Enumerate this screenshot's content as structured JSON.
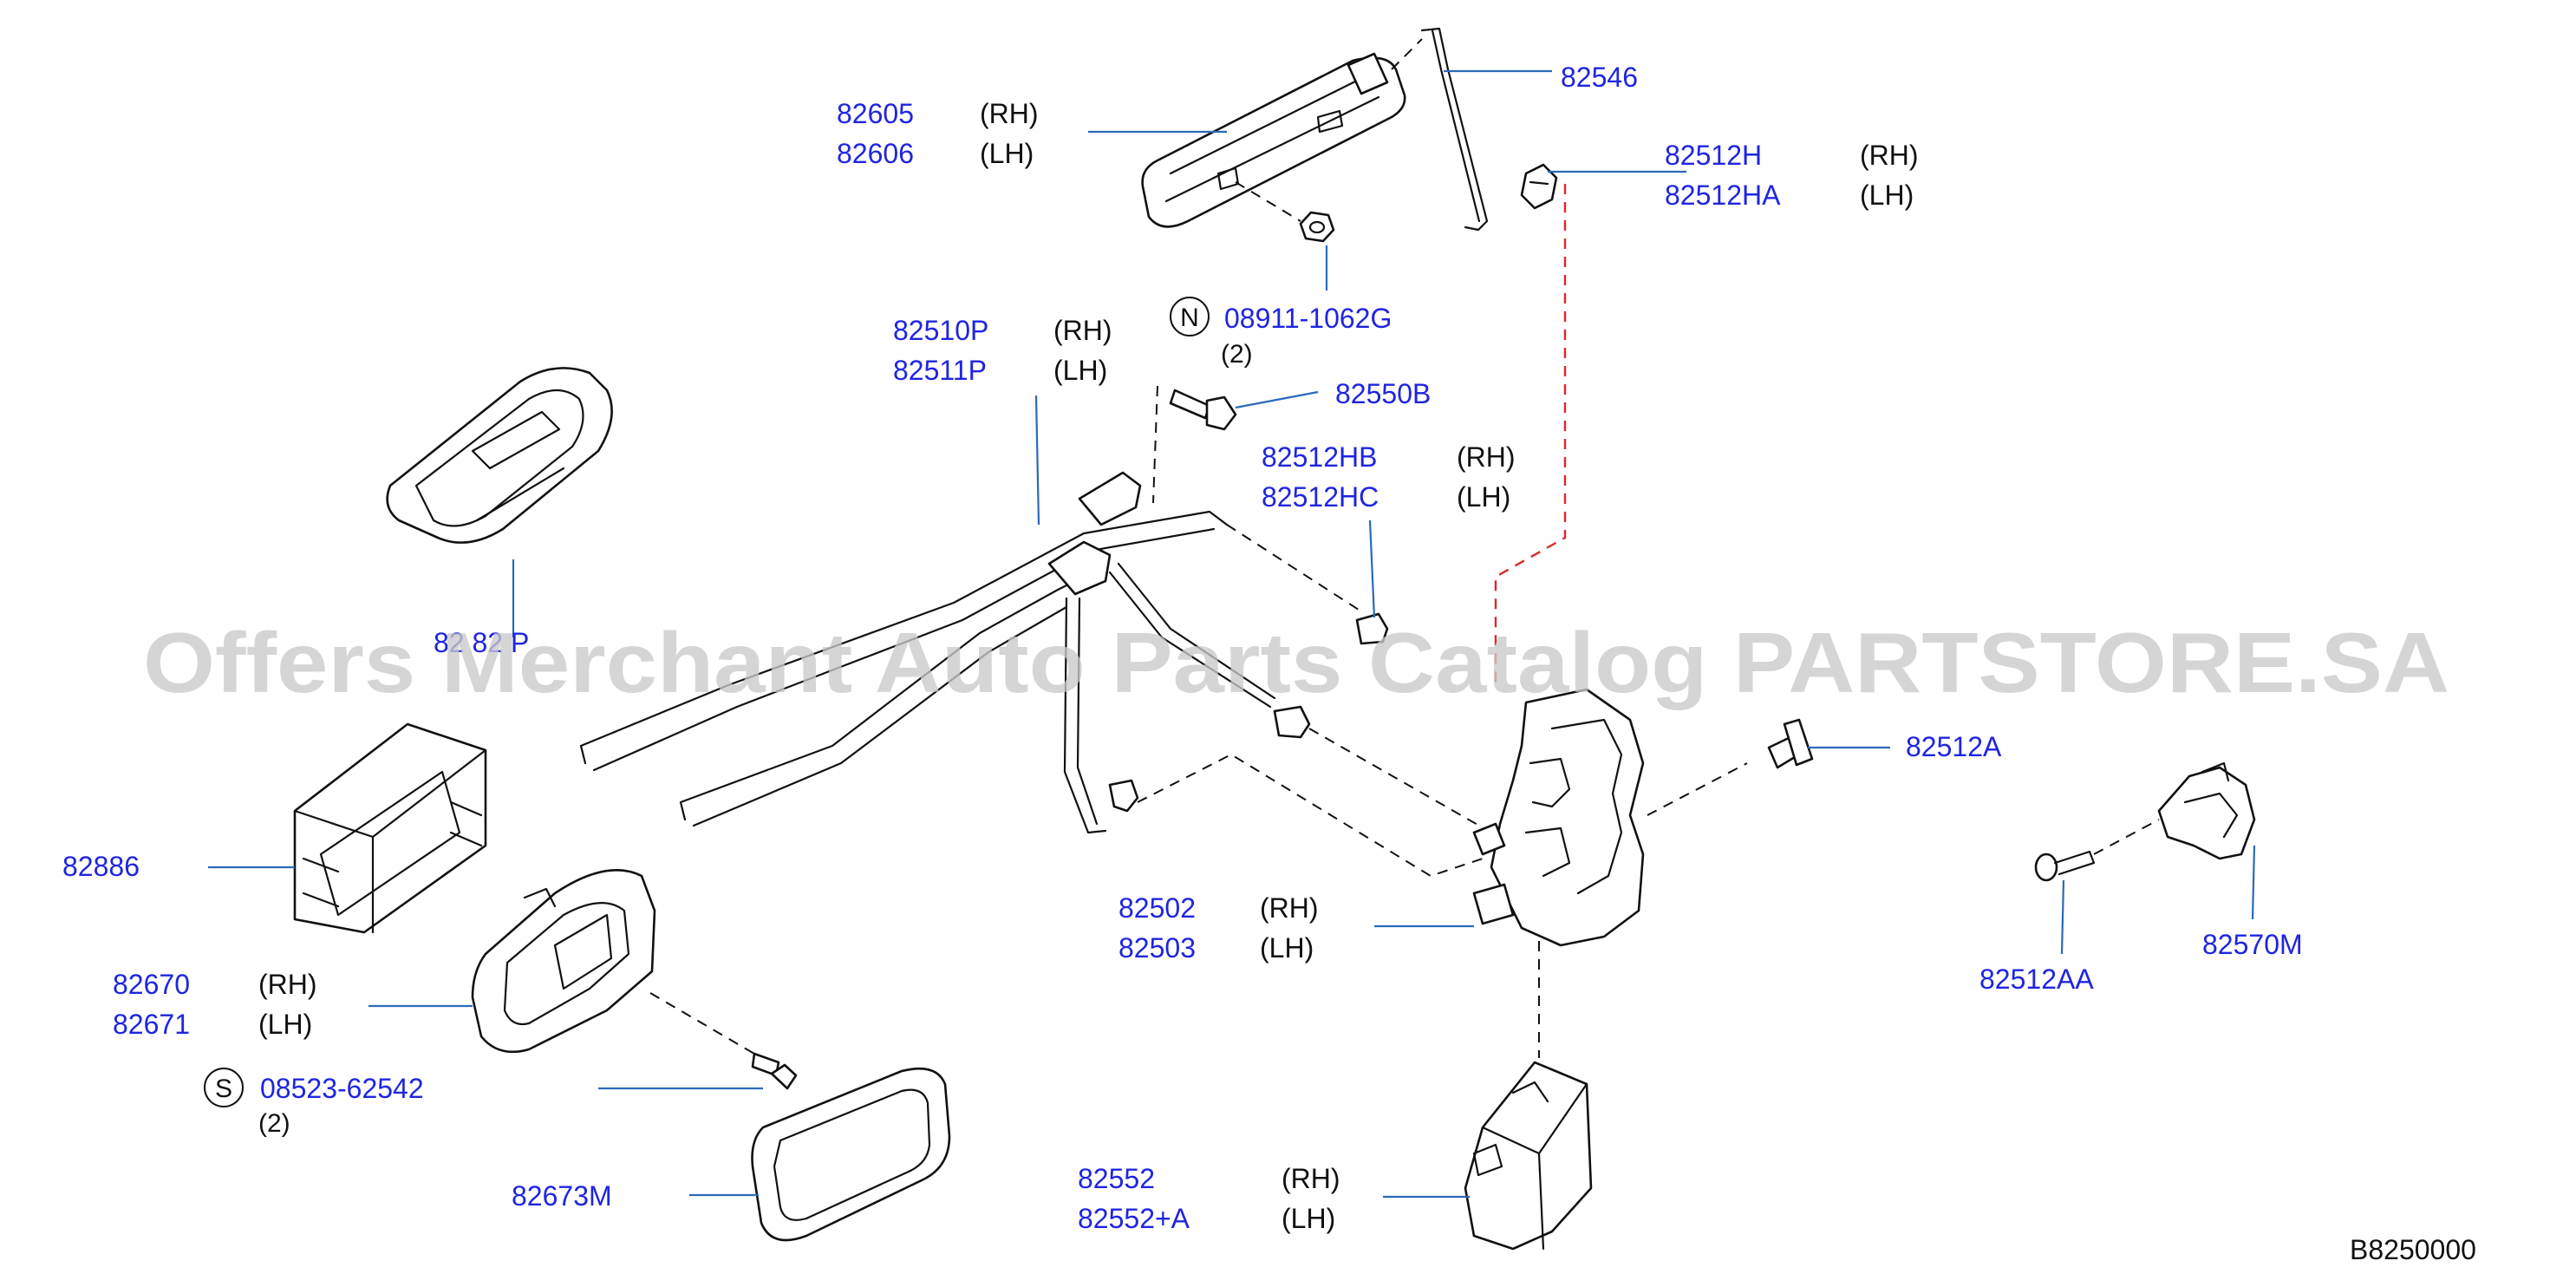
{
  "diagram_code": "B8250000",
  "watermark": "Offers Merchant Auto Parts Catalog PARTSTORE.SA",
  "labels": {
    "p82605": "82605",
    "p82606": "82606",
    "p82546": "82546",
    "p82512H": "82512H",
    "p82512HA": "82512HA",
    "p08911": "08911-1062G",
    "q08911": "(2)",
    "p82510P": "82510P",
    "p82511P": "82511P",
    "p82550B": "82550B",
    "p82512HB": "82512HB",
    "p82512HC": "82512HC",
    "p828xxP": "82 82 P",
    "p82512A": "82512A",
    "p82886": "82886",
    "p82502": "82502",
    "p82503": "82503",
    "p82512AA": "82512AA",
    "p82570M": "82570M",
    "p82670": "82670",
    "p82671": "82671",
    "p08523": "08523-62542",
    "q08523": "(2)",
    "p82673M": "82673M",
    "p82552": "82552",
    "p82552A": "82552+A"
  },
  "sides": {
    "rh": "(RH)",
    "lh": "(LH)"
  },
  "symbols": {
    "nut_circle": "N",
    "screw_circle": "S"
  },
  "colors": {
    "part_number": "#1f25e0",
    "leader_line": "#2a6ab8",
    "red_dashed_link": "#e0262a"
  }
}
